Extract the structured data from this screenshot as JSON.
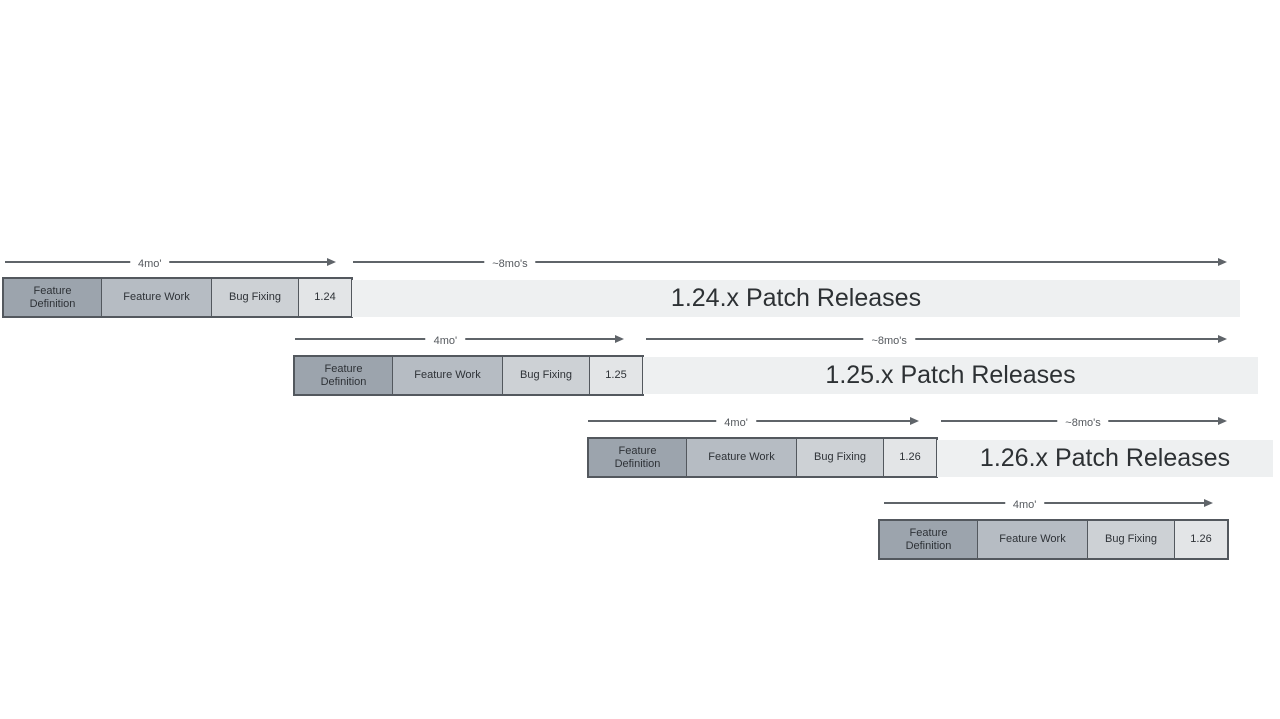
{
  "diagram": {
    "background": "#ffffff",
    "colors": {
      "feature_definition_fill": "#9ca4ad",
      "feature_work_fill": "#b6bcc3",
      "bug_fixing_fill": "#cdd1d5",
      "version_fill": "#e3e5e7",
      "patch_bar_fill": "#eef0f1",
      "arrow_color": "#5f6469",
      "box_border": "#53585e",
      "box_text": "#2e3237",
      "patch_text": "#2d3134",
      "duration_label_text": "#55595e"
    },
    "releases": [
      {
        "version": "1.24",
        "phases": [
          "Feature Definition",
          "Feature Work",
          "Bug Fixing"
        ],
        "cycle_duration": "4mo'",
        "patch_duration": "~8mo's",
        "patch_label": "1.24.x Patch Releases"
      },
      {
        "version": "1.25",
        "phases": [
          "Feature Definition",
          "Feature Work",
          "Bug Fixing"
        ],
        "cycle_duration": "4mo'",
        "patch_duration": "~8mo's",
        "patch_label": "1.25.x Patch Releases"
      },
      {
        "version": "1.26",
        "phases": [
          "Feature Definition",
          "Feature Work",
          "Bug Fixing"
        ],
        "cycle_duration": "4mo'",
        "patch_duration": "~8mo's",
        "patch_label": "1.26.x Patch Releases"
      },
      {
        "version": "1.26",
        "phases": [
          "Feature Definition",
          "Feature Work",
          "Bug Fixing"
        ],
        "cycle_duration": "4mo'"
      }
    ]
  }
}
